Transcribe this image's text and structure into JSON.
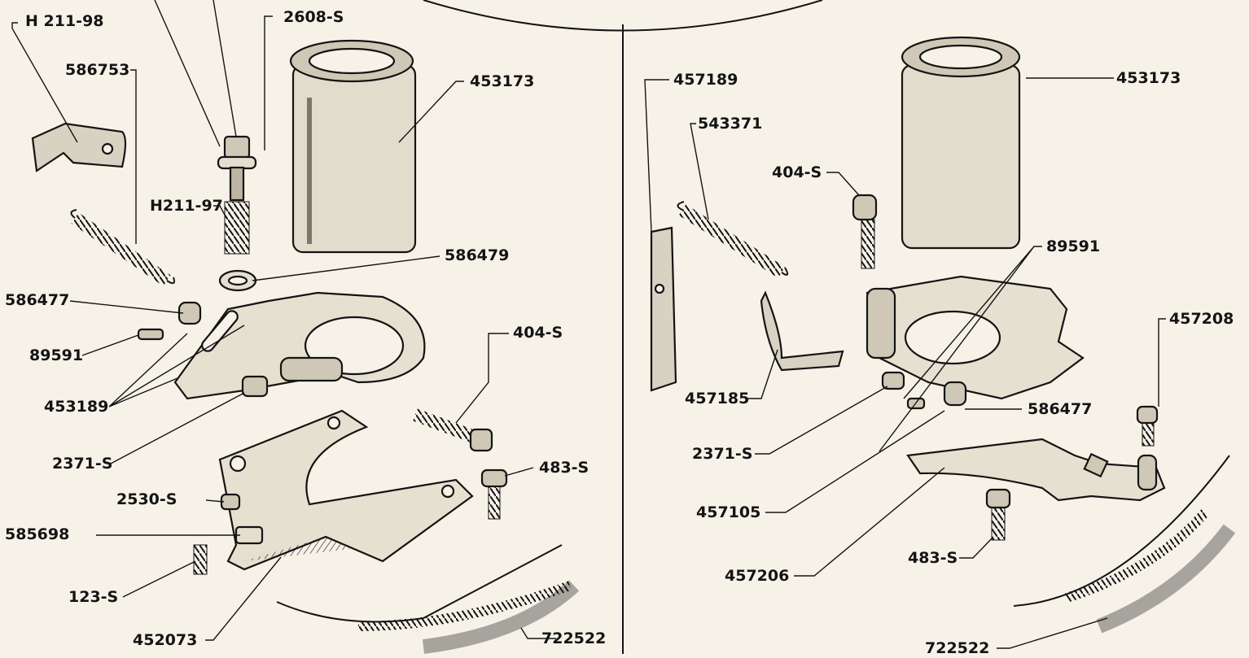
{
  "left_panel": {
    "labels": {
      "h211_98": "H 211-98",
      "p2608": "2608-S",
      "p586753": "586753",
      "p453173": "453173",
      "h211_97": "H211-97",
      "p586479": "586479",
      "p586477": "586477",
      "p89591": "89591",
      "p453189": "453189",
      "p404": "404-S",
      "p2371": "2371-S",
      "p483": "483-S",
      "p2530": "2530-S",
      "p585698": "585698",
      "p123": "123-S",
      "p452073": "452073",
      "p722522": "722522"
    }
  },
  "right_panel": {
    "labels": {
      "p457189": "457189",
      "p453173": "453173",
      "p543371": "543371",
      "p404": "404-S",
      "p89591": "89591",
      "p457208": "457208",
      "p457185": "457185",
      "p586477": "586477",
      "p2371": "2371-S",
      "p457105": "457105",
      "p457206": "457206",
      "p483": "483-S",
      "p722522": "722522"
    }
  }
}
